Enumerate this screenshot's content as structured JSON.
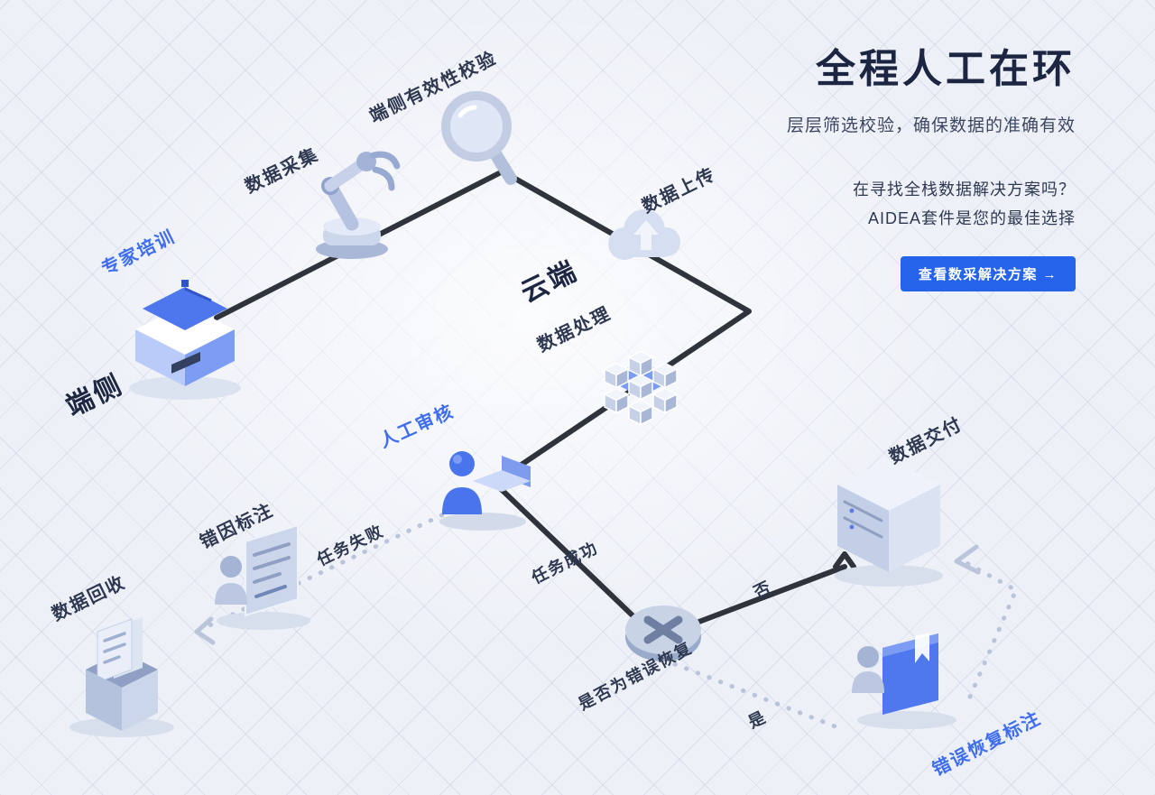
{
  "header": {
    "title": "全程人工在环",
    "subtitle": "层层筛选校验，确保数据的准确有效",
    "marketing_line1": "在寻找全栈数据解决方案吗？",
    "marketing_line2": "AIDEA套件是您的最佳选择",
    "cta_label": "查看数采解决方案 →"
  },
  "diagram": {
    "zones": {
      "edge": "端侧",
      "cloud": "云端"
    },
    "nodes": {
      "expert_training": "专家培训",
      "data_collection": "数据采集",
      "edge_validation": "端侧有效性校验",
      "data_upload": "数据上传",
      "data_processing": "数据处理",
      "manual_review": "人工审核",
      "error_cause_annotation": "错因标注",
      "data_recycle": "数据回收",
      "data_delivery": "数据交付",
      "error_recovery_annotation": "错误恢复标注"
    },
    "edges": {
      "task_failed": "任务失败",
      "task_success": "任务成功",
      "decision_question": "是否为错误恢复",
      "branch_no": "否",
      "branch_yes": "是"
    }
  },
  "colors": {
    "accent_blue": "#2563eb",
    "label_blue": "#3e6df0",
    "ink": "#2e333c",
    "dotted": "#bac5db"
  }
}
